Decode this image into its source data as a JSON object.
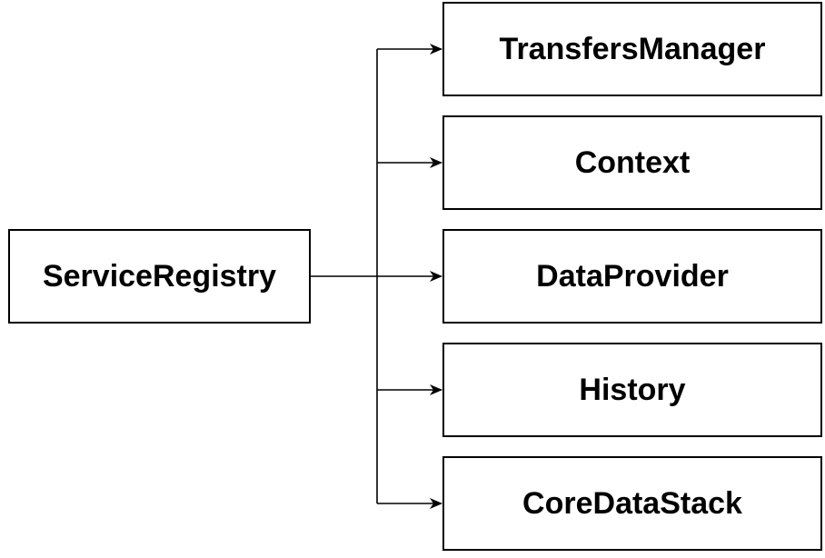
{
  "diagram": {
    "root": {
      "label": "ServiceRegistry"
    },
    "children": [
      {
        "label": "TransfersManager"
      },
      {
        "label": "Context"
      },
      {
        "label": "DataProvider"
      },
      {
        "label": "History"
      },
      {
        "label": "CoreDataStack"
      }
    ],
    "colors": {
      "line": "#000000",
      "box_border": "#000000",
      "background": "#ffffff"
    }
  }
}
